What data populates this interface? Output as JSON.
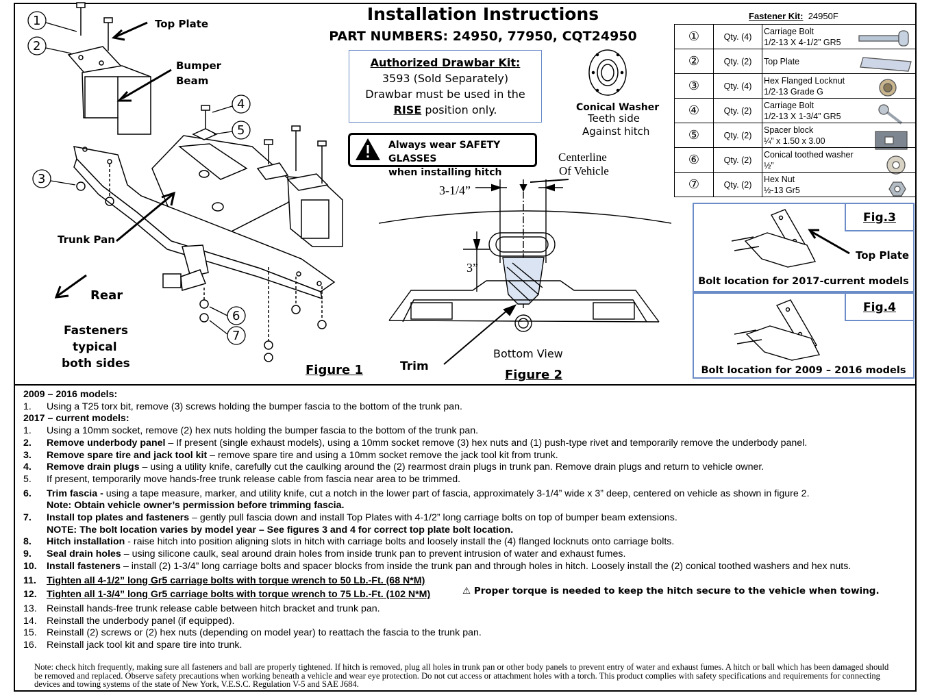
{
  "header": {
    "title": "Installation Instructions",
    "part_numbers": "PART NUMBERS: 24950, 77950, CQT24950"
  },
  "drawbar": {
    "heading": "Authorized Drawbar Kit:",
    "line1": "3593 (Sold Separately)",
    "line2": "Drawbar must be used in the",
    "line3_bold": "RISE",
    "line3_rest": " position only."
  },
  "safety": {
    "line1": "Always wear SAFETY GLASSES",
    "line2": "when installing hitch"
  },
  "washer": {
    "title": "Conical Washer",
    "line2": "Teeth side",
    "line3": "Against hitch"
  },
  "figure1": {
    "callouts": [
      "1",
      "2",
      "3",
      "4",
      "5",
      "6",
      "7"
    ],
    "top_plate": "Top Plate",
    "bumper_beam_1": "Bumper",
    "bumper_beam_2": "Beam",
    "trunk_pan": "Trunk Pan",
    "rear": "Rear",
    "fasteners_1": "Fasteners",
    "fasteners_2": "typical",
    "fasteners_3": "both sides",
    "caption": "Figure 1"
  },
  "figure2": {
    "centerline_1": "Centerline",
    "centerline_2": "Of Vehicle",
    "width": "3-1/4”",
    "depth": "3”",
    "trim": "Trim",
    "bottom_view": "Bottom View",
    "caption": "Figure 2"
  },
  "fastener_kit": {
    "label": "Fastener Kit:",
    "code": "24950F",
    "items": [
      {
        "num": "①",
        "qty": "Qty. (4)",
        "line1": "Carriage Bolt",
        "line2": "1/2-13 X 4-1/2” GR5",
        "icon": "carriage-bolt-long"
      },
      {
        "num": "②",
        "qty": "Qty. (2)",
        "line1": "Top Plate",
        "line2": "",
        "icon": "top-plate"
      },
      {
        "num": "③",
        "qty": "Qty. (4)",
        "line1": "Hex Flanged Locknut",
        "line2": "1/2-13 Grade G",
        "icon": "flanged-locknut"
      },
      {
        "num": "④",
        "qty": "Qty. (2)",
        "line1": "Carriage Bolt",
        "line2": "1/2-13 X 1-3/4” GR5",
        "icon": "carriage-bolt-short"
      },
      {
        "num": "⑤",
        "qty": "Qty. (2)",
        "line1": "Spacer block",
        "line2": "¼” x 1.50 x 3.00",
        "icon": "spacer-block"
      },
      {
        "num": "⑥",
        "qty": "Qty. (2)",
        "line1": "Conical toothed washer",
        "line2": "½”",
        "icon": "conical-washer"
      },
      {
        "num": "⑦",
        "qty": "Qty. (2)",
        "line1": "Hex Nut",
        "line2": "½-13 Gr5",
        "icon": "hex-nut"
      }
    ]
  },
  "fig3": {
    "tag": "Fig.3",
    "top_plate": "Top Plate",
    "caption": "Bolt location for 2017-current models"
  },
  "fig4": {
    "tag": "Fig.4",
    "caption": "Bolt location for 2009 – 2016 models"
  },
  "steps": {
    "sec1": "2009 – 2016 models:",
    "s1a_n": "1.",
    "s1a": "Using a T25 torx bit, remove (3) screws holding the bumper fascia to the bottom of the trunk pan.",
    "sec2": "2017 – current models:",
    "s1b_n": "1.",
    "s1b": "Using a 10mm socket, remove (2) hex nuts holding the bumper fascia to the bottom of the trunk pan.",
    "s2_n": "2.",
    "s2_b": "Remove underbody panel",
    "s2": " – If present (single exhaust models), using a 10mm socket remove (3) hex nuts and (1) push-type rivet and temporarily remove the underbody panel.",
    "s3_n": "3.",
    "s3_b": "Remove spare tire and jack tool kit",
    "s3": " – remove spare tire and using a 10mm socket remove the jack tool kit from trunk.",
    "s4_n": "4.",
    "s4_b": "Remove drain plugs",
    "s4": " – using a utility knife, carefully cut the caulking around the (2) rearmost drain plugs in trunk pan.  Remove drain plugs and return to vehicle owner.",
    "s5_n": "5.",
    "s5": "If present, temporarily move hands-free trunk release cable from fascia near area to be trimmed.",
    "s6_n": "6.",
    "s6_b": "Trim fascia -",
    "s6": " using a tape measure, marker, and utility knife, cut a notch in the lower part of fascia, approximately 3-1/4” wide x 3” deep, centered on vehicle as shown in figure 2.",
    "s6_note": "Note: Obtain vehicle owner’s permission before trimming fascia.",
    "s7_n": "7.",
    "s7_b": "Install top plates and fasteners",
    "s7": " – gently pull fascia down and install Top Plates with 4-1/2” long carriage bolts on top of bumper beam extensions.",
    "s7_note": "NOTE:  The bolt location varies by model year – See figures 3 and 4 for correct top plate bolt location.",
    "s8_n": "8.",
    "s8_b": "Hitch installation",
    "s8": " - raise hitch into position aligning slots in hitch with carriage bolts and loosely install the (4) flanged locknuts onto carriage bolts.",
    "s9_n": "9.",
    "s9_b": "Seal drain holes",
    "s9": " – using silicone caulk, seal around drain holes from inside trunk pan to prevent intrusion of water and exhaust fumes.",
    "s10_n": "10.",
    "s10_b": "Install fasteners",
    "s10": " – install (2) 1-3/4” long carriage bolts and spacer blocks from inside the trunk pan and through holes in hitch.  Loosely install the (2) conical toothed washers and hex nuts.",
    "s11_n": "11.",
    "s11": "Tighten all 4-1/2” long Gr5 carriage bolts with torque wrench to 50 Lb.-Ft. (68 N*M)",
    "s12_n": "12.",
    "s12": "Tighten all 1-3/4” long Gr5 carriage bolts  with torque wrench to 75 Lb.-Ft. (102 N*M)",
    "torque_warning": "Proper torque is needed to keep the hitch secure to the vehicle when towing.",
    "s13_n": "13.",
    "s13": "Reinstall hands-free trunk release cable between hitch bracket and trunk pan.",
    "s14_n": "14.",
    "s14": "Reinstall the underbody panel (if equipped).",
    "s15_n": "15.",
    "s15": "Reinstall (2) screws or (2) hex nuts (depending on model year) to reattach the fascia to the trunk pan.",
    "s16_n": "16.",
    "s16": "Reinstall jack tool kit and spare tire into trunk."
  },
  "note": "Note: check hitch frequently, making sure all fasteners and ball are properly tightened.  If hitch is removed, plug all holes in trunk pan or other body panels to prevent entry of water and exhaust fumes. A hitch or ball which has been damaged should be removed and replaced.  Observe safety precautions when working beneath a vehicle and wear eye protection. Do not cut access or attachment holes with a torch. This product complies with safety specifications and requirements for connecting devices and towing systems of the state of New York, V.E.S.C. Regulation V-5 and SAE J684."
}
